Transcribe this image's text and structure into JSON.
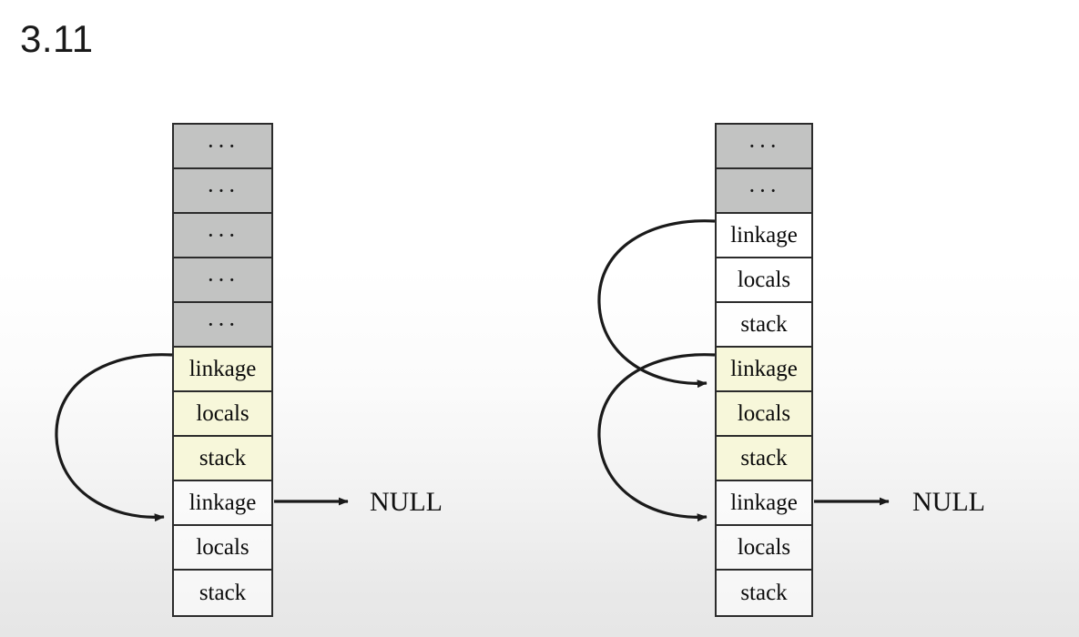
{
  "slide": {
    "title": "3.11",
    "background_top": "#ffffff",
    "background_bottom": "#e6e6e6"
  },
  "colors": {
    "cell_gray": "#c2c3c2",
    "cell_yellow": "#f7f7da",
    "cell_plain": "#ffffff",
    "border": "#2b2b2b",
    "arrow": "#1a1a1a",
    "text": "#0a0a0a"
  },
  "labels": {
    "linkage": "linkage",
    "locals": "locals",
    "stack": "stack",
    "ellipsis": "···",
    "null": "NULL"
  },
  "diagrams": [
    {
      "name": "left-stack",
      "cells": [
        {
          "label": "···",
          "fill": "gray",
          "kind": "ellipsis"
        },
        {
          "label": "···",
          "fill": "gray",
          "kind": "ellipsis"
        },
        {
          "label": "···",
          "fill": "gray",
          "kind": "ellipsis"
        },
        {
          "label": "···",
          "fill": "gray",
          "kind": "ellipsis"
        },
        {
          "label": "···",
          "fill": "gray",
          "kind": "ellipsis"
        },
        {
          "label": "linkage",
          "fill": "yellow",
          "kind": "frame-field"
        },
        {
          "label": "locals",
          "fill": "yellow",
          "kind": "frame-field"
        },
        {
          "label": "stack",
          "fill": "yellow",
          "kind": "frame-field"
        },
        {
          "label": "linkage",
          "fill": "plain",
          "kind": "frame-field"
        },
        {
          "label": "locals",
          "fill": "plain",
          "kind": "frame-field"
        },
        {
          "label": "stack",
          "fill": "plain",
          "kind": "frame-field"
        }
      ],
      "null_label": "NULL",
      "arrows": [
        {
          "name": "linkage-backlink-arrow",
          "from_cell": 5,
          "to_cell": 8,
          "style": "curved-left"
        },
        {
          "name": "null-pointer-arrow",
          "from_cell": 8,
          "to": "NULL",
          "style": "straight-right"
        }
      ]
    },
    {
      "name": "right-stack",
      "cells": [
        {
          "label": "···",
          "fill": "gray",
          "kind": "ellipsis"
        },
        {
          "label": "···",
          "fill": "gray",
          "kind": "ellipsis"
        },
        {
          "label": "linkage",
          "fill": "plain",
          "kind": "frame-field"
        },
        {
          "label": "locals",
          "fill": "plain",
          "kind": "frame-field"
        },
        {
          "label": "stack",
          "fill": "plain",
          "kind": "frame-field"
        },
        {
          "label": "linkage",
          "fill": "yellow",
          "kind": "frame-field"
        },
        {
          "label": "locals",
          "fill": "yellow",
          "kind": "frame-field"
        },
        {
          "label": "stack",
          "fill": "yellow",
          "kind": "frame-field"
        },
        {
          "label": "linkage",
          "fill": "plain",
          "kind": "frame-field"
        },
        {
          "label": "locals",
          "fill": "plain",
          "kind": "frame-field"
        },
        {
          "label": "stack",
          "fill": "plain",
          "kind": "frame-field"
        }
      ],
      "null_label": "NULL",
      "arrows": [
        {
          "name": "linkage-backlink-arrow-upper",
          "from_cell": 2,
          "to_cell": 5,
          "style": "curved-left"
        },
        {
          "name": "linkage-backlink-arrow-lower",
          "from_cell": 5,
          "to_cell": 8,
          "style": "curved-left"
        },
        {
          "name": "null-pointer-arrow",
          "from_cell": 8,
          "to": "NULL",
          "style": "straight-right"
        }
      ]
    }
  ]
}
